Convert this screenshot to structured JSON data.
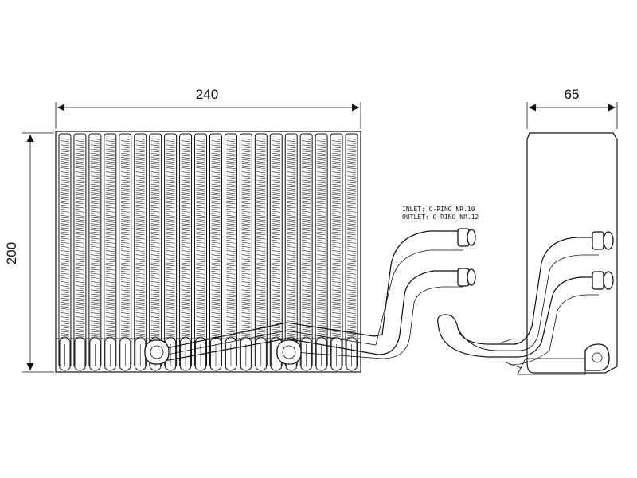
{
  "dimensions": {
    "width": "240",
    "height": "200",
    "depth": "65"
  },
  "notes": {
    "inlet": "INLET: O-RING NR.10",
    "outlet": "OUTLET: O-RING NR.12"
  }
}
